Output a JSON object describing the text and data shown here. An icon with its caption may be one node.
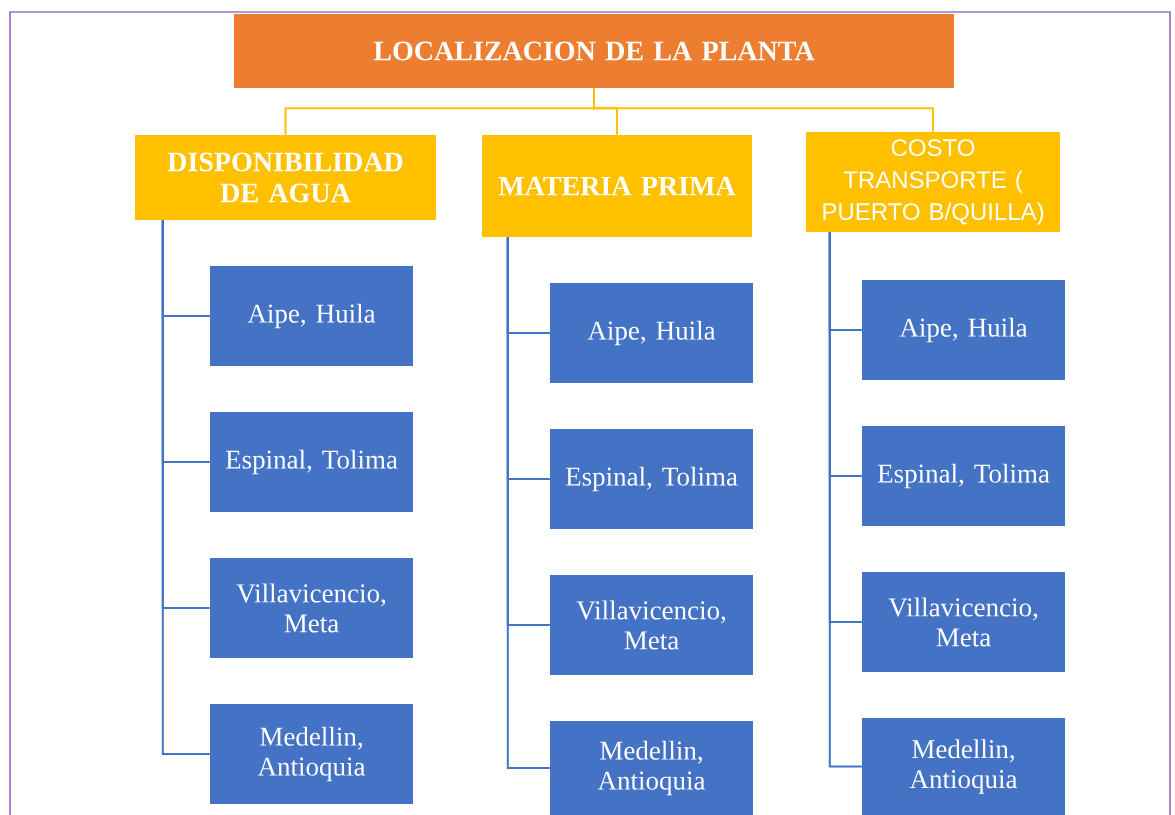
{
  "diagram": {
    "nodes": [
      {
        "text": [
          "LOCALIZACION DE LA PLANTA"
        ]
      },
      {
        "text": [
          "DISPONIBILIDAD DE AGUA"
        ]
      },
      {
        "text": [
          "MATERIA PRIMA"
        ]
      },
      {
        "text": [
          "COSTO TRANSPORTE ( PUERTO B/QUILLA)"
        ]
      },
      {
        "text": [
          "Aipe, Huila"
        ]
      },
      {
        "text": [
          "Espinal, Tolima"
        ]
      },
      {
        "text": [
          "Villavicencio, Meta"
        ]
      },
      {
        "text": [
          "Medellin, Antioquia"
        ]
      },
      {
        "text": [
          "Aipe, Huila"
        ]
      },
      {
        "text": [
          "Espinal, Tolima"
        ]
      },
      {
        "text": [
          "Villavicencio, Meta"
        ]
      },
      {
        "text": [
          "Medellin, Antioquia"
        ]
      },
      {
        "text": [
          "Aipe, Huila"
        ]
      },
      {
        "text": [
          "Espinal, Tolima"
        ]
      },
      {
        "text": [
          "Villavicencio, Meta"
        ]
      },
      {
        "text": [
          "Medellin, Antioquia"
        ]
      }
    ],
    "edges": [
      {
        "from": 0,
        "to": 1,
        "arrow": "none",
        "color": "#ffc000"
      },
      {
        "from": 0,
        "to": 2,
        "arrow": "none",
        "color": "#ffc000"
      },
      {
        "from": 0,
        "to": 3,
        "arrow": "none",
        "color": "#ffc000"
      },
      {
        "from": 1,
        "to": 4,
        "arrow": "none"
      },
      {
        "from": 1,
        "to": 5,
        "arrow": "none"
      },
      {
        "from": 1,
        "to": 6,
        "arrow": "none"
      },
      {
        "from": 1,
        "to": 7,
        "arrow": "none"
      },
      {
        "from": 2,
        "to": 8,
        "arrow": "none"
      },
      {
        "from": 2,
        "to": 9,
        "arrow": "none"
      },
      {
        "from": 2,
        "to": 10,
        "arrow": "none"
      },
      {
        "from": 2,
        "to": 11,
        "arrow": "none"
      },
      {
        "from": 3,
        "to": 12,
        "arrow": "none"
      },
      {
        "from": 3,
        "to": 13,
        "arrow": "none"
      },
      {
        "from": 3,
        "to": 14,
        "arrow": "none"
      },
      {
        "from": 3,
        "to": 15,
        "arrow": "none"
      }
    ]
  }
}
